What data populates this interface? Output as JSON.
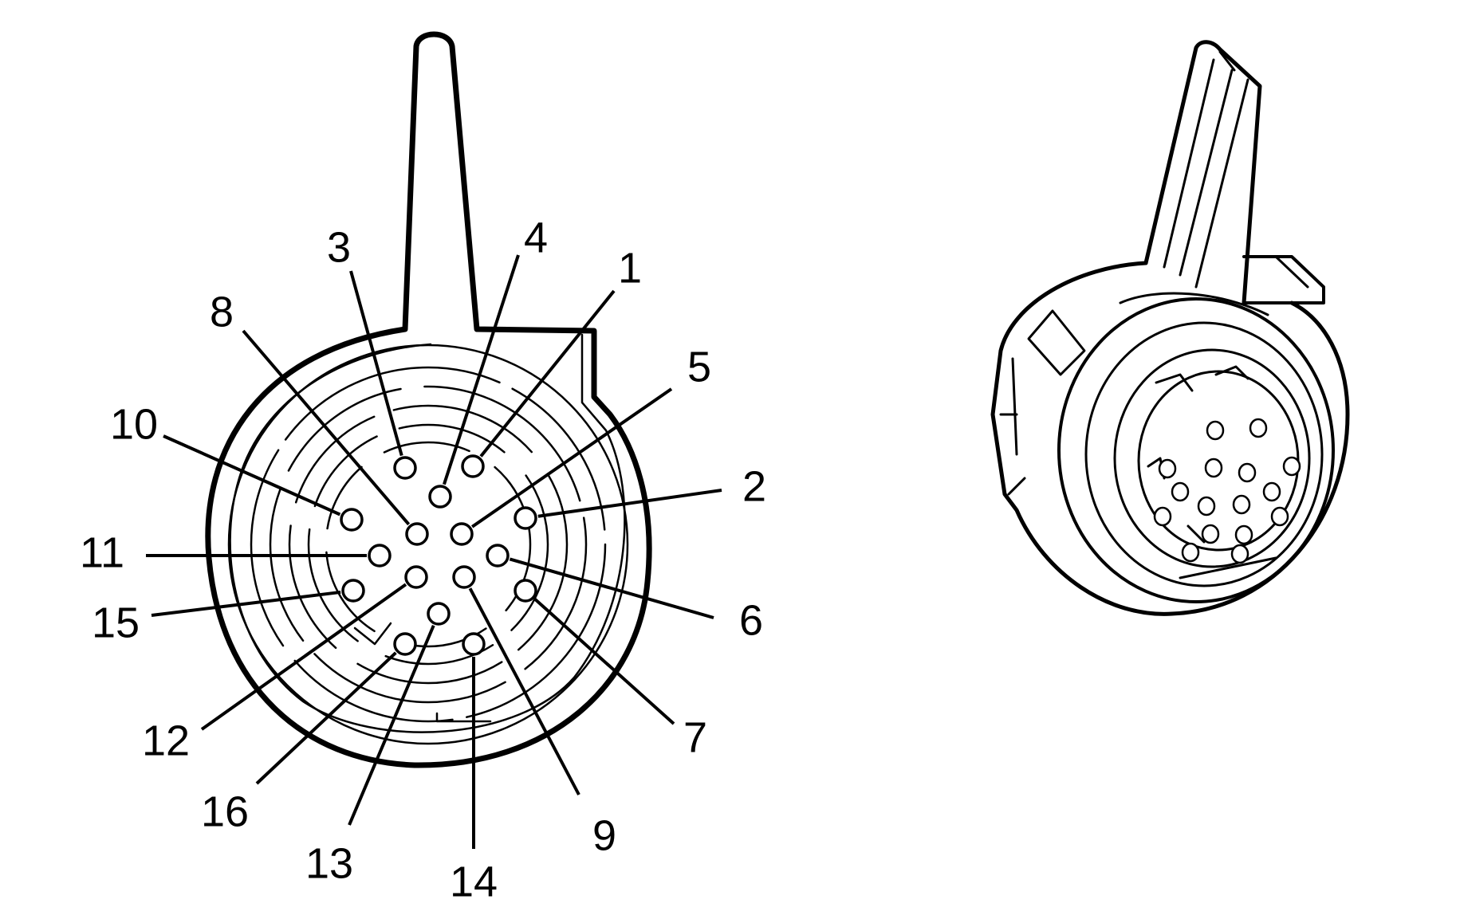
{
  "colors": {
    "line": "#000000",
    "background": "#ffffff"
  },
  "face_view": {
    "pins": [
      {
        "label": "1"
      },
      {
        "label": "2"
      },
      {
        "label": "3"
      },
      {
        "label": "4"
      },
      {
        "label": "5"
      },
      {
        "label": "6"
      },
      {
        "label": "7"
      },
      {
        "label": "8"
      },
      {
        "label": "9"
      },
      {
        "label": "10"
      },
      {
        "label": "11"
      },
      {
        "label": "12"
      },
      {
        "label": "13"
      },
      {
        "label": "14"
      },
      {
        "label": "15"
      },
      {
        "label": "16"
      }
    ]
  }
}
